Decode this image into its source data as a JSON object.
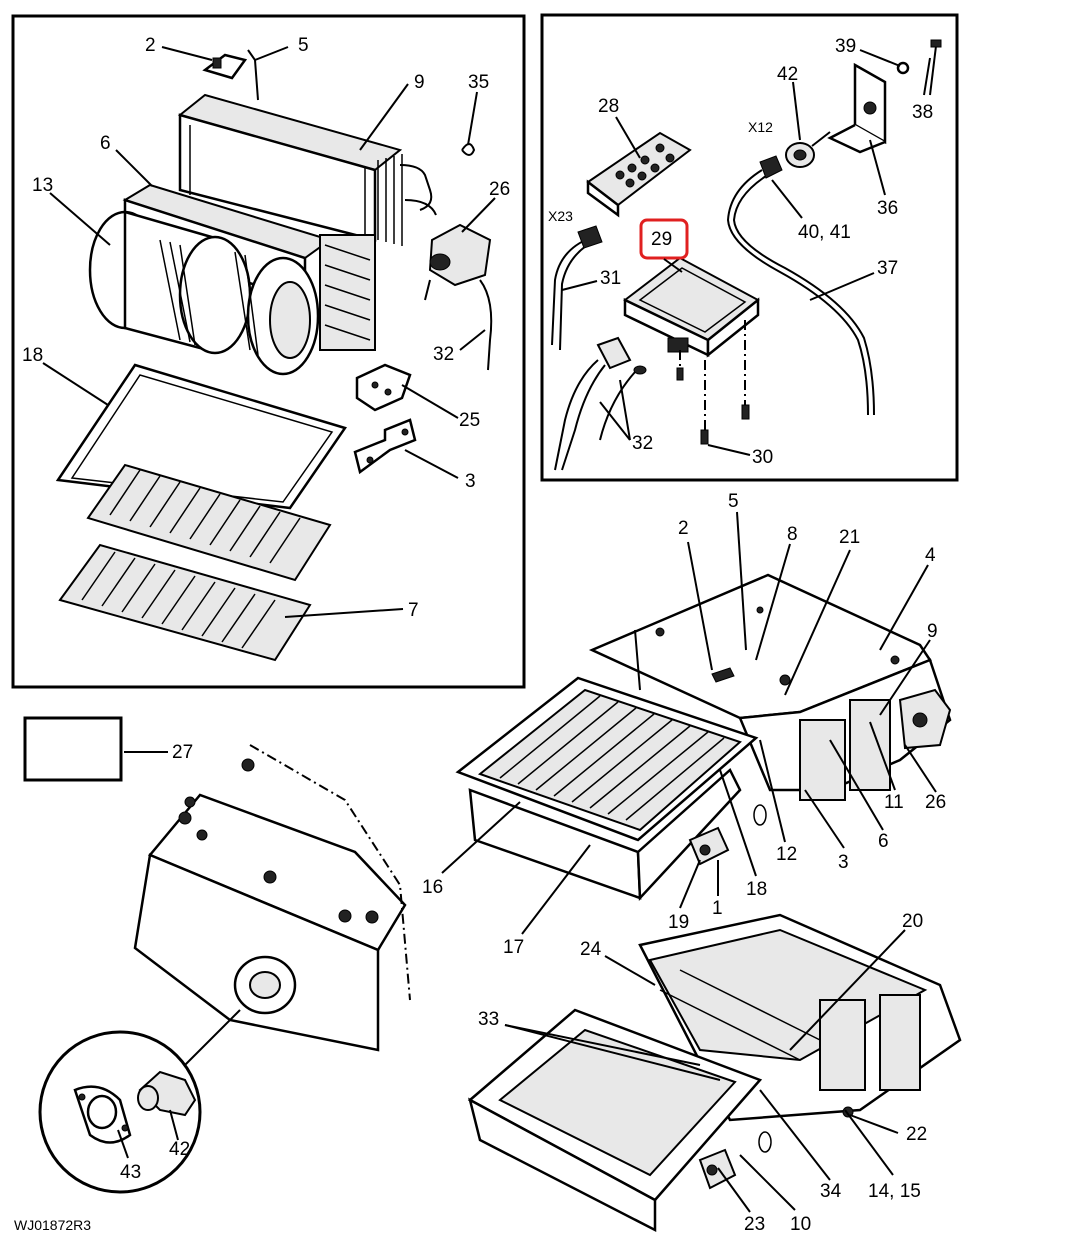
{
  "figure_id": "WJ01872R3",
  "highlighted_callout": "29",
  "highlight_color": "#e02020",
  "connector_labels": {
    "x23": "X23",
    "x12": "X12"
  },
  "callouts": {
    "top_left": [
      "2",
      "5",
      "9",
      "35",
      "6",
      "13",
      "26",
      "32",
      "18",
      "25",
      "3",
      "7"
    ],
    "top_right": [
      "39",
      "42",
      "38",
      "28",
      "X12",
      "36",
      "40, 41",
      "X23",
      "29",
      "37",
      "31",
      "32",
      "30"
    ],
    "middle": [
      "27",
      "2",
      "5",
      "8",
      "21",
      "4",
      "9",
      "11",
      "26",
      "6",
      "3",
      "12",
      "18",
      "1",
      "19",
      "16",
      "17"
    ],
    "bottom": [
      "43",
      "42",
      "20",
      "24",
      "33",
      "22",
      "14, 15",
      "34",
      "10",
      "23"
    ]
  }
}
